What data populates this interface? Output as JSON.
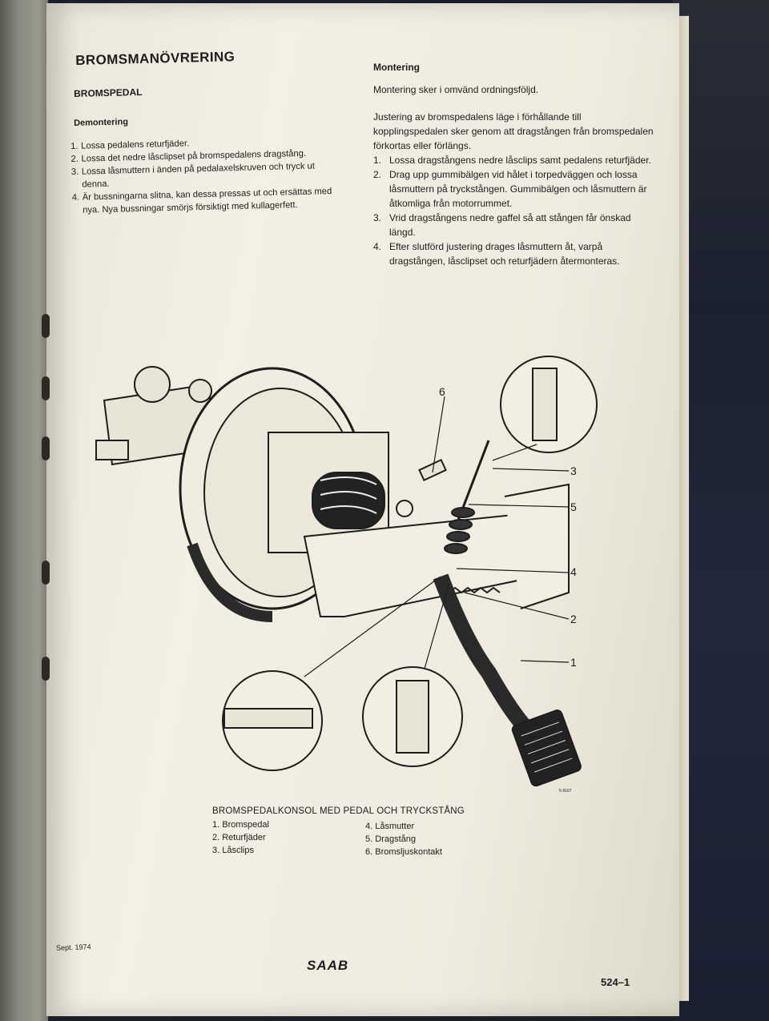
{
  "left": {
    "title": "BROMSMANÖVRERING",
    "subtitle": "BROMSPEDAL",
    "section": "Demontering",
    "steps": [
      {
        "n": "1.",
        "text": "Lossa pedalens returfjäder."
      },
      {
        "n": "2.",
        "text": "Lossa det nedre låsclipset på bromspedalens dragstång."
      },
      {
        "n": "3.",
        "text": "Lossa låsmuttern i änden på pedalaxelskruven och tryck ut denna."
      },
      {
        "n": "4.",
        "text": "Är bussningarna slitna, kan dessa pressas ut och ersättas med nya. Nya bussningar smörjs försiktigt med kullagerfett."
      }
    ]
  },
  "right": {
    "section": "Montering",
    "intro": "Montering sker i omvänd ordningsföljd.",
    "para": "Justering av bromspedalens läge i förhållande till kopplingspedalen sker genom att dragstången från bromspedalen förkortas eller förlängs.",
    "steps": [
      {
        "n": "1.",
        "text": "Lossa dragstångens nedre låsclips samt pedalens returfjäder."
      },
      {
        "n": "2.",
        "text": "Drag upp gummibälgen vid hålet i torpedväggen och lossa låsmuttern på tryckstången. Gummibälgen och låsmuttern är åtkomliga från motorrummet."
      },
      {
        "n": "3.",
        "text": "Vrid dragstångens nedre gaffel så att stången får önskad längd."
      },
      {
        "n": "4.",
        "text": "Efter slutförd justering drages låsmuttern åt, varpå dragstången, låsclipset och returfjädern återmonteras."
      }
    ]
  },
  "figure": {
    "caption": "BROMSPEDALKONSOL MED PEDAL OCH TRYCKSTÅNG",
    "code": "5-9167",
    "callouts": [
      "6",
      "3",
      "5",
      "4",
      "2",
      "1"
    ],
    "legend_left": [
      "1. Bromspedal",
      "2. Returfjäder",
      "3. Låsclips"
    ],
    "legend_right": [
      "4. Låsmutter",
      "5. Dragstång",
      "6. Bromsljuskontakt"
    ]
  },
  "footer": {
    "date": "Sept. 1974",
    "brand": "SAAB",
    "page": "524–1"
  }
}
